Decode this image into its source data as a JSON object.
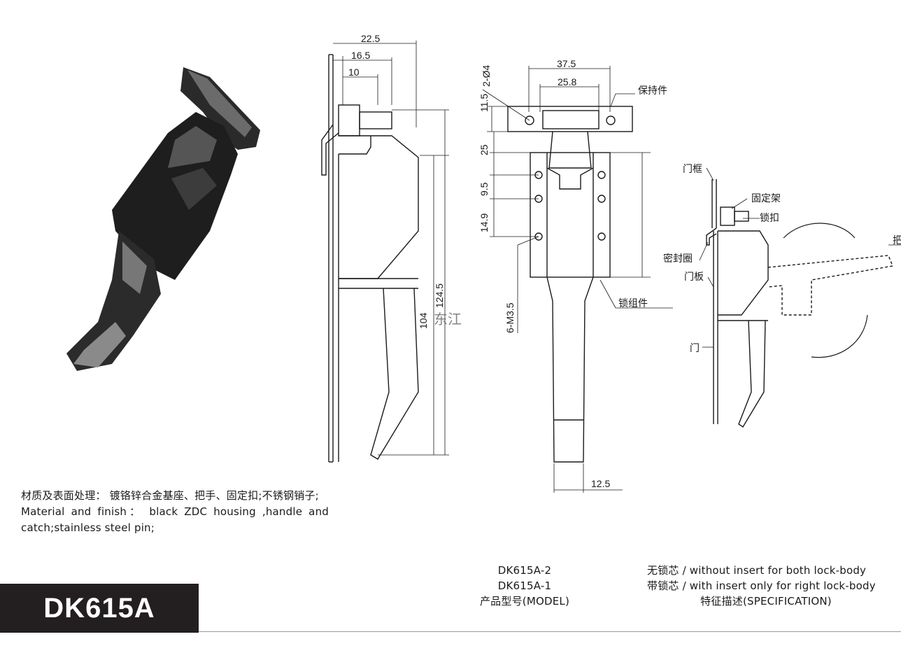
{
  "dimensions": {
    "side_22_5": "22.5",
    "side_16_5": "16.5",
    "side_10": "10",
    "side_11_5": "11.5",
    "side_104": "104",
    "side_124_5": "124.5",
    "front_37_5": "37.5",
    "front_25_8": "25.8",
    "front_2_phi4": "2-Ø4",
    "front_25": "25",
    "front_9_5": "9.5",
    "front_14_9": "14.9",
    "front_6_m3_5": "6-M3.5",
    "front_12_5": "12.5"
  },
  "callouts": {
    "retainer": "保持件",
    "lock_assembly": "锁组件",
    "door_frame": "门框",
    "bracket": "固定架",
    "catch": "锁扣",
    "seal": "密封圈",
    "door_panel": "门板",
    "door": "门",
    "handle_partial": "把"
  },
  "watermark": "东江",
  "material": {
    "cn": "材质及表面处理： 镀铬锌合金基座、把手、固定扣;不锈钢销子;",
    "en": "Material and finish： black ZDC housing ,handle and catch;stainless steel pin;"
  },
  "model": {
    "line1": "DK615A-2",
    "line2": "DK615A-1",
    "caption": "产品型号(MODEL)"
  },
  "spec": {
    "line1": "无锁芯 / without insert for both lock-body",
    "line2": "带锁芯 / with insert only for right lock-body",
    "caption": "特征描述(SPECIFICATION)"
  },
  "title": "DK615A"
}
